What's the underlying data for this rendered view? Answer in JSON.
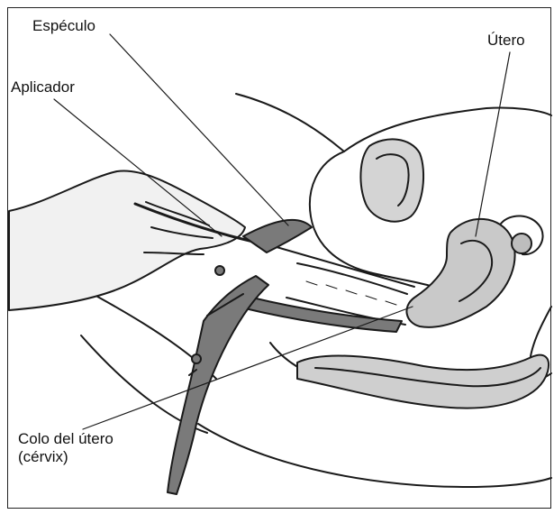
{
  "labels": {
    "especulo": "Espéculo",
    "utero": "Útero",
    "aplicador": "Aplicador",
    "colo_line1": "Colo del útero",
    "colo_line2": "(cérvix)"
  },
  "colors": {
    "ink": "#1a1a1a",
    "tissue_fill": "#c9c9c9",
    "speculum_fill": "#7a7a7a",
    "background": "#ffffff"
  }
}
